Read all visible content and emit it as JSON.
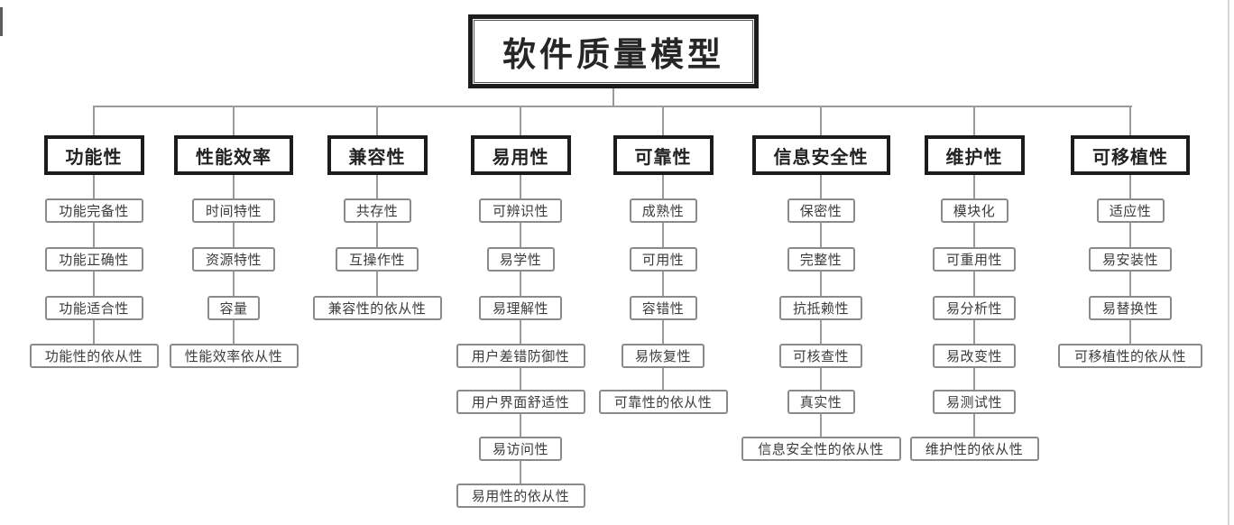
{
  "diagram": {
    "title": "软件质量模型",
    "columns": [
      {
        "label": "功能性",
        "items": [
          "功能完备性",
          "功能正确性",
          "功能适合性",
          "功能性的依从性"
        ]
      },
      {
        "label": "性能效率",
        "items": [
          "时间特性",
          "资源特性",
          "容量",
          "性能效率依从性"
        ]
      },
      {
        "label": "兼容性",
        "items": [
          "共存性",
          "互操作性",
          "兼容性的依从性"
        ]
      },
      {
        "label": "易用性",
        "items": [
          "可辨识性",
          "易学性",
          "易理解性",
          "用户差错防御性",
          "用户界面舒适性",
          "易访问性",
          "易用性的依从性"
        ]
      },
      {
        "label": "可靠性",
        "items": [
          "成熟性",
          "可用性",
          "容错性",
          "易恢复性",
          "可靠性的依从性"
        ]
      },
      {
        "label": "信息安全性",
        "items": [
          "保密性",
          "完整性",
          "抗抵赖性",
          "可核查性",
          "真实性",
          "信息安全性的依从性"
        ]
      },
      {
        "label": "维护性",
        "items": [
          "模块化",
          "可重用性",
          "易分析性",
          "易改变性",
          "易测试性",
          "维护性的依从性"
        ]
      },
      {
        "label": "可移植性",
        "items": [
          "适应性",
          "易安装性",
          "易替换性",
          "可移植性的依从性"
        ]
      }
    ]
  },
  "colors": {
    "background": "#ffffff",
    "heavy_border": "#1c1c1c",
    "light_border": "#8a8a8a",
    "connector": "#9b9b9b",
    "text": "#3b3b3b"
  }
}
